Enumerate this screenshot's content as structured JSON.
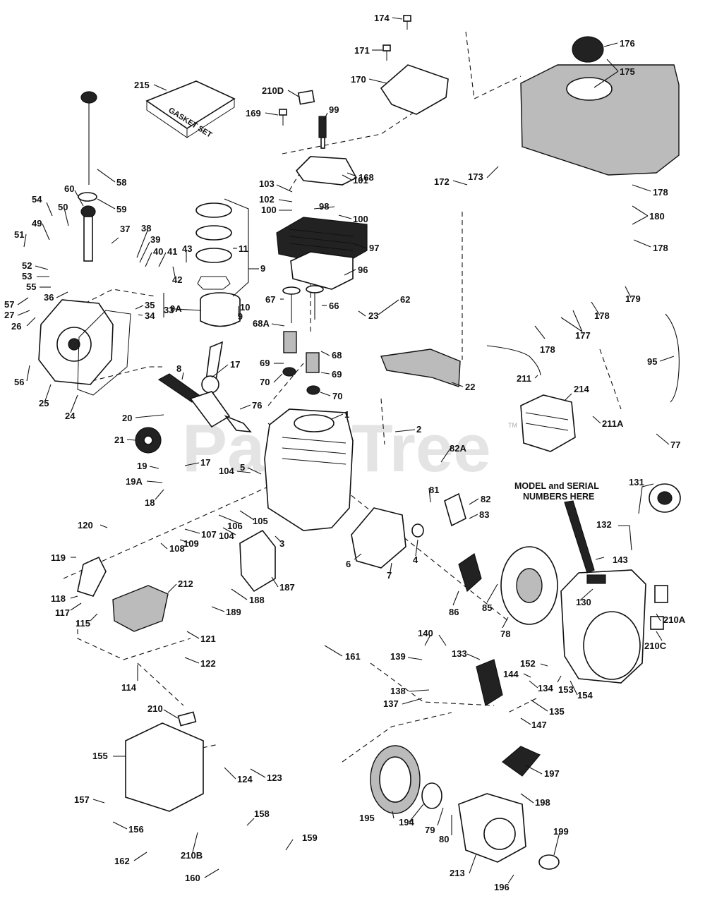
{
  "watermark": "PartsTree",
  "trademark": "TM",
  "gasket_set_text": "GASKET SET",
  "model_note": [
    "MODEL and SERIAL",
    "NUMBERS HERE"
  ],
  "labels": {
    "l174": "174",
    "l171": "171",
    "l176": "176",
    "l175": "175",
    "l170": "170",
    "l215": "215",
    "l210D": "210D",
    "l99": "99",
    "l169": "169",
    "l168": "168",
    "l178a": "178",
    "l180": "180",
    "l178b": "178",
    "l179": "179",
    "l178c": "178",
    "l177": "177",
    "l178d": "178",
    "l95": "95",
    "l172": "172",
    "l173": "173",
    "l58": "58",
    "l59": "59",
    "l60": "60",
    "l54": "54",
    "l50": "50",
    "l49": "49",
    "l51": "51",
    "l52": "52",
    "l53": "53",
    "l55": "55",
    "l36": "36",
    "l57": "57",
    "l27": "27",
    "l26": "26",
    "l56": "56",
    "l25": "25",
    "l24": "24",
    "l37": "37",
    "l38": "38",
    "l39": "39",
    "l40": "40",
    "l41": "41",
    "l43": "43",
    "l42": "42",
    "l35": "35",
    "l34": "34",
    "l33": "33",
    "l11": "11",
    "l9": "9",
    "l10": "10",
    "l6a": "6",
    "l9A": "9A",
    "l103": "103",
    "l102": "102",
    "l100a": "100",
    "l98": "98",
    "l101": "101",
    "l100b": "100",
    "l97": "97",
    "l96": "96",
    "l67": "67",
    "l66": "66",
    "l68A": "68A",
    "l68": "68",
    "l69a": "69",
    "l69b": "69",
    "l70a": "70",
    "l70b": "70",
    "l23": "23",
    "l62": "62",
    "l22": "22",
    "l211": "211",
    "l214": "214",
    "l211A": "211A",
    "l77": "77",
    "l8": "8",
    "l17a": "17",
    "l76": "76",
    "l1": "1",
    "l2": "2",
    "l20": "20",
    "l21": "21",
    "l17b": "17",
    "l19": "19",
    "l19A": "19A",
    "l18": "18",
    "l104a": "104",
    "l5": "5",
    "l82A": "82A",
    "l81": "81",
    "l82": "82",
    "l83": "83",
    "l106": "106",
    "l105": "105",
    "l104b": "104",
    "l3": "3",
    "l107": "107",
    "l109": "109",
    "l108": "108",
    "l120": "120",
    "l119": "119",
    "l118": "118",
    "l117": "117",
    "l115": "115",
    "l212": "212",
    "l187": "187",
    "l188": "188",
    "l189": "189",
    "l121": "121",
    "l122": "122",
    "l114": "114",
    "l6b": "6",
    "l7": "7",
    "l4": "4",
    "l86": "86",
    "l85": "85",
    "l78": "78",
    "l131": "131",
    "l132": "132",
    "l143": "143",
    "l130": "130",
    "l210A": "210A",
    "l210C": "210C",
    "l161": "161",
    "l140": "140",
    "l139": "139",
    "l133": "133",
    "l152": "152",
    "l144": "144",
    "l153": "153",
    "l154": "154",
    "l134": "134",
    "l138": "138",
    "l137": "137",
    "l135": "135",
    "l147": "147",
    "l210": "210",
    "l155": "155",
    "l124": "124",
    "l123": "123",
    "l157": "157",
    "l156": "156",
    "l162": "162",
    "l210B": "210B",
    "l158": "158",
    "l159": "159",
    "l160": "160",
    "l197": "197",
    "l198": "198",
    "l195": "195",
    "l194": "194",
    "l79": "79",
    "l80": "80",
    "l199": "199",
    "l213": "213",
    "l196": "196"
  }
}
